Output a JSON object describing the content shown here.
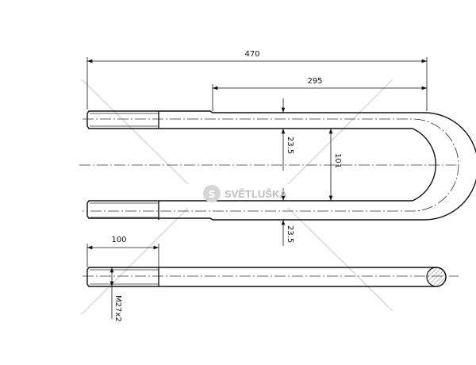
{
  "drawing": {
    "dimensions": {
      "overall_length": "470",
      "straight_length": "295",
      "rod_diameter_top": "23.5",
      "rod_diameter_bottom": "23.5",
      "inner_width": "101",
      "thread_length": "100",
      "thread_spec": "M27x2"
    },
    "watermark": {
      "brand": "SVĚTLUŠKA",
      "logo_letter": "S"
    }
  }
}
